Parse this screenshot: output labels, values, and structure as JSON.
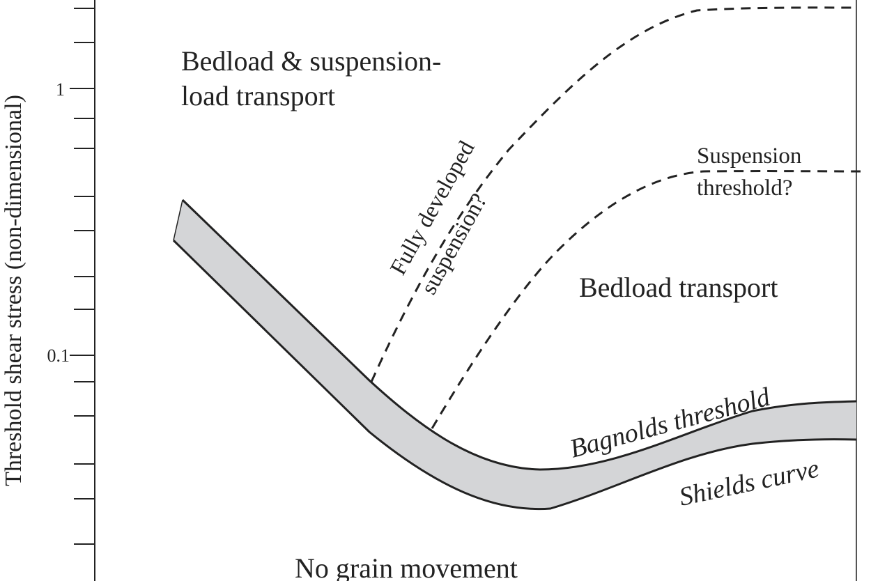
{
  "axis": {
    "ylabel": "Threshold shear stress (non-dimensional)",
    "scale": "log",
    "yticks": [
      "1",
      "0.1"
    ]
  },
  "regions": {
    "bedload_suspension_line1": "Bedload & suspension-",
    "bedload_suspension_line2": "load transport",
    "bedload": "Bedload transport",
    "no_movement": "No grain movement"
  },
  "curves": {
    "bagnold": "Bagnolds threshold",
    "shields": "Shields curve",
    "full_suspension_line1": "Fully developed",
    "full_suspension_line2": "suspension?",
    "suspension_threshold_line1": "Suspension",
    "suspension_threshold_line2": "threshold?"
  },
  "colors": {
    "line": "#222222",
    "band_fill": "#d4d5d7",
    "background": "#ffffff"
  }
}
